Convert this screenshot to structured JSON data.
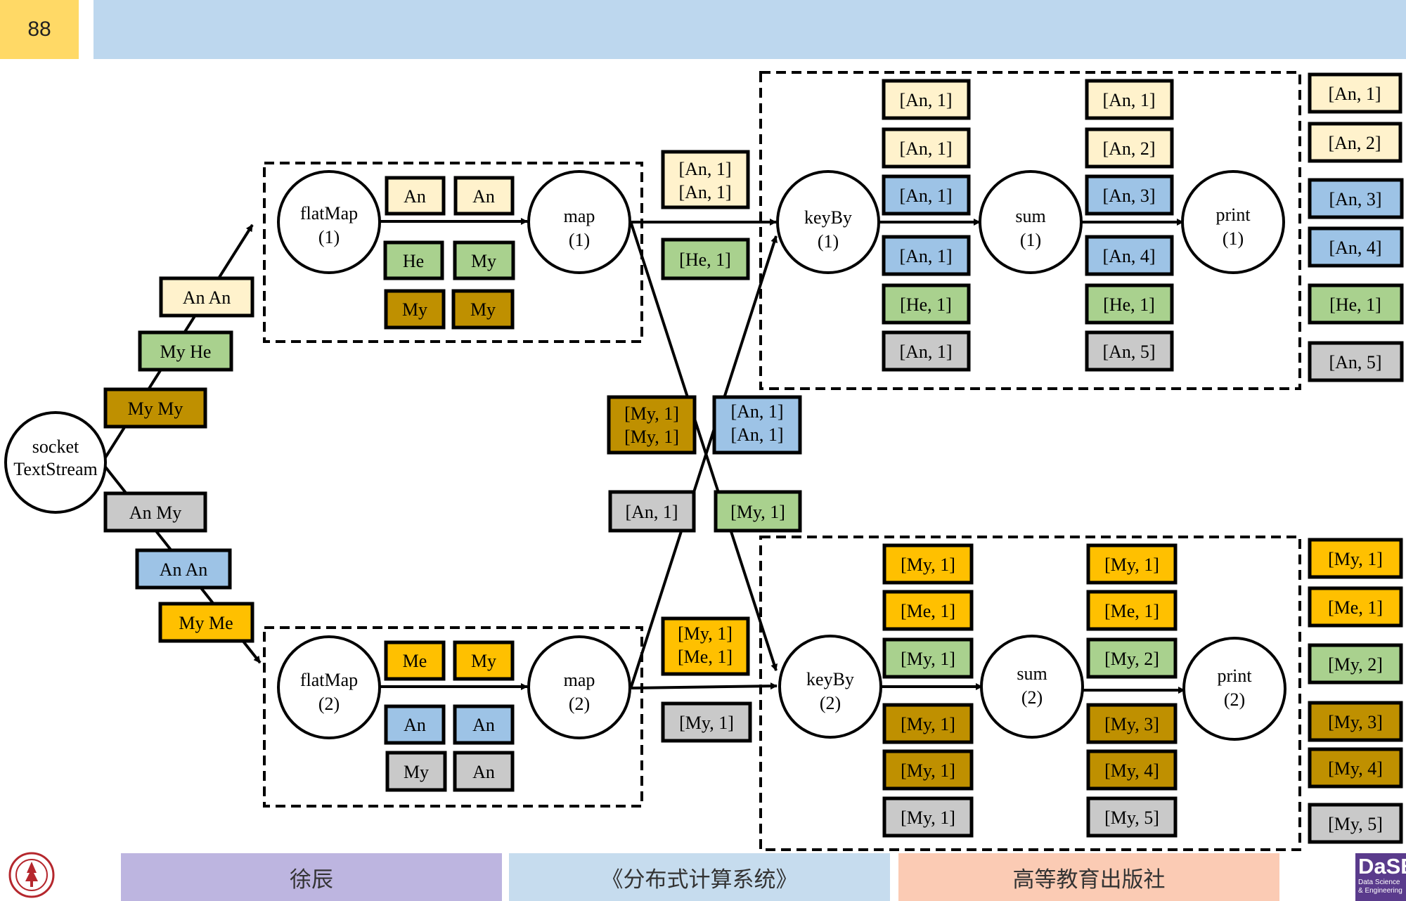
{
  "slide": {
    "page_number": "88"
  },
  "footer": {
    "author": "徐辰",
    "book": "《分布式计算系统》",
    "publisher": "高等教育出版社",
    "logo_right_big": "DaSE",
    "logo_right_small_1": "Data Science",
    "logo_right_small_2": "& Engineering"
  },
  "colors": {
    "cream": "#fff2cc",
    "green": "#a9d18e",
    "brown": "#bf9000",
    "gray": "#c9c9c9",
    "blue": "#9dc3e6",
    "orange": "#ffc000"
  },
  "nodes": {
    "socket": [
      "socket",
      "TextStream"
    ],
    "flatmap1": [
      "flatMap",
      "(1)"
    ],
    "map1": [
      "map",
      "(1)"
    ],
    "flatmap2": [
      "flatMap",
      "(2)"
    ],
    "map2": [
      "map",
      "(2)"
    ],
    "keyby1": [
      "keyBy",
      "(1)"
    ],
    "sum1": [
      "sum",
      "(1)"
    ],
    "print1": [
      "print",
      "(1)"
    ],
    "keyby2": [
      "keyBy",
      "(2)"
    ],
    "sum2": [
      "sum",
      "(2)"
    ],
    "print2": [
      "print",
      "(2)"
    ]
  },
  "input_lines": {
    "upper": [
      "An An",
      "My He",
      "My My"
    ],
    "lower": [
      "An My",
      "An An",
      "My Me"
    ]
  },
  "flatmap1_words": [
    "An",
    "An",
    "He",
    "My",
    "My",
    "My"
  ],
  "flatmap2_words": [
    "Me",
    "My",
    "An",
    "An",
    "My",
    "An"
  ],
  "map1_outputs": [
    [
      "[An, 1]",
      "[An, 1]"
    ],
    [
      "[He, 1]"
    ]
  ],
  "map2_outputs": [
    [
      "[My, 1]",
      "[Me, 1]"
    ],
    [
      "[My, 1]"
    ]
  ],
  "cross_outputs": {
    "map1_to_keyby2": [
      [
        "[My, 1]",
        "[My, 1]"
      ],
      [
        "[My, 1]"
      ]
    ],
    "map2_to_keyby1": [
      [
        "[An, 1]",
        "[An, 1]"
      ],
      [
        "[An, 1]"
      ]
    ]
  },
  "keyby1_outputs": [
    "[An, 1]",
    "[An, 1]",
    "[An, 1]",
    "[An, 1]",
    "[He, 1]",
    "[An, 1]"
  ],
  "sum1_outputs": [
    "[An, 1]",
    "[An, 2]",
    "[An, 3]",
    "[An, 4]",
    "[He, 1]",
    "[An, 5]"
  ],
  "print1_outputs": [
    "[An, 1]",
    "[An, 2]",
    "[An, 3]",
    "[An, 4]",
    "[He, 1]",
    "[An, 5]"
  ],
  "keyby2_outputs": [
    "[My, 1]",
    "[Me, 1]",
    "[My, 1]",
    "[My, 1]",
    "[My, 1]",
    "[My, 1]"
  ],
  "sum2_outputs": [
    "[My, 1]",
    "[Me, 1]",
    "[My, 2]",
    "[My, 3]",
    "[My, 4]",
    "[My, 5]"
  ],
  "print2_outputs": [
    "[My, 1]",
    "[Me, 1]",
    "[My, 2]",
    "[My, 3]",
    "[My, 4]",
    "[My, 5]"
  ]
}
